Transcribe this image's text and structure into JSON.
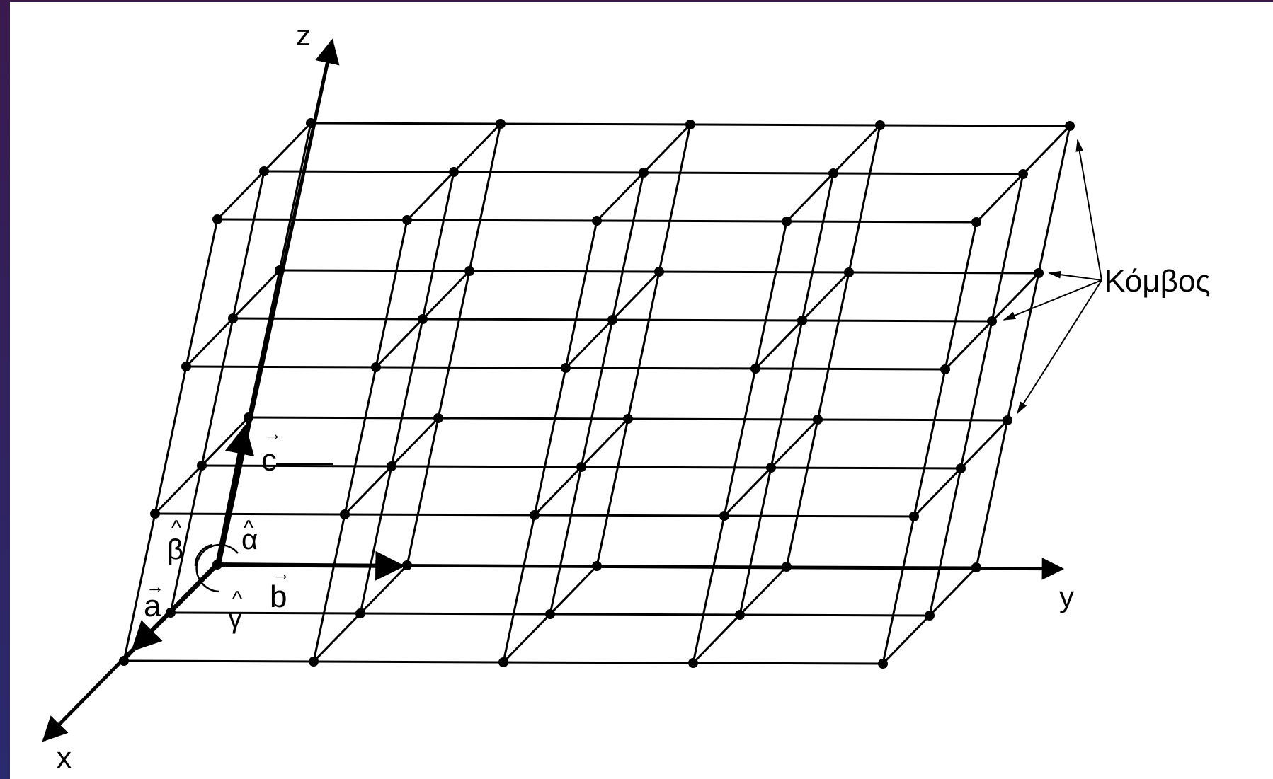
{
  "axes": {
    "x": "x",
    "y": "y",
    "z": "z"
  },
  "vectors": {
    "a": "a",
    "b": "b",
    "c": "c"
  },
  "angles": {
    "alpha": "α",
    "beta": "β",
    "gamma": "γ"
  },
  "arrow_glyph": "→",
  "hat_glyph": "^",
  "node_label": "Κόμβος"
}
